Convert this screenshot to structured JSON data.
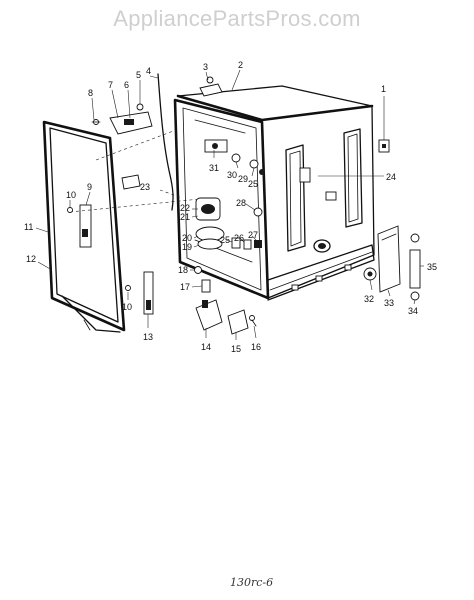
{
  "watermark": "AppliancePartsPros.com",
  "sheet_note": "130rc-6",
  "callouts": [
    {
      "id": "c1",
      "label": "1"
    },
    {
      "id": "c2",
      "label": "2"
    },
    {
      "id": "c3",
      "label": "3"
    },
    {
      "id": "c4",
      "label": "4"
    },
    {
      "id": "c5",
      "label": "5"
    },
    {
      "id": "c6",
      "label": "6"
    },
    {
      "id": "c7",
      "label": "7"
    },
    {
      "id": "c8",
      "label": "8"
    },
    {
      "id": "c9",
      "label": "9"
    },
    {
      "id": "c10a",
      "label": "10"
    },
    {
      "id": "c10b",
      "label": "10"
    },
    {
      "id": "c11",
      "label": "11"
    },
    {
      "id": "c12",
      "label": "12"
    },
    {
      "id": "c13",
      "label": "13"
    },
    {
      "id": "c14",
      "label": "14"
    },
    {
      "id": "c15",
      "label": "15"
    },
    {
      "id": "c16",
      "label": "16"
    },
    {
      "id": "c17",
      "label": "17"
    },
    {
      "id": "c18",
      "label": "18"
    },
    {
      "id": "c19",
      "label": "19"
    },
    {
      "id": "c20",
      "label": "20"
    },
    {
      "id": "c21",
      "label": "21"
    },
    {
      "id": "c22",
      "label": "22"
    },
    {
      "id": "c23",
      "label": "23"
    },
    {
      "id": "c24",
      "label": "24"
    },
    {
      "id": "c25a",
      "label": "25"
    },
    {
      "id": "c25b",
      "label": "25"
    },
    {
      "id": "c26",
      "label": "26"
    },
    {
      "id": "c27",
      "label": "27"
    },
    {
      "id": "c28",
      "label": "28"
    },
    {
      "id": "c29",
      "label": "29"
    },
    {
      "id": "c30",
      "label": "30"
    },
    {
      "id": "c31",
      "label": "31"
    },
    {
      "id": "c32",
      "label": "32"
    },
    {
      "id": "c33",
      "label": "33"
    },
    {
      "id": "c34",
      "label": "34"
    },
    {
      "id": "c35",
      "label": "35"
    }
  ]
}
